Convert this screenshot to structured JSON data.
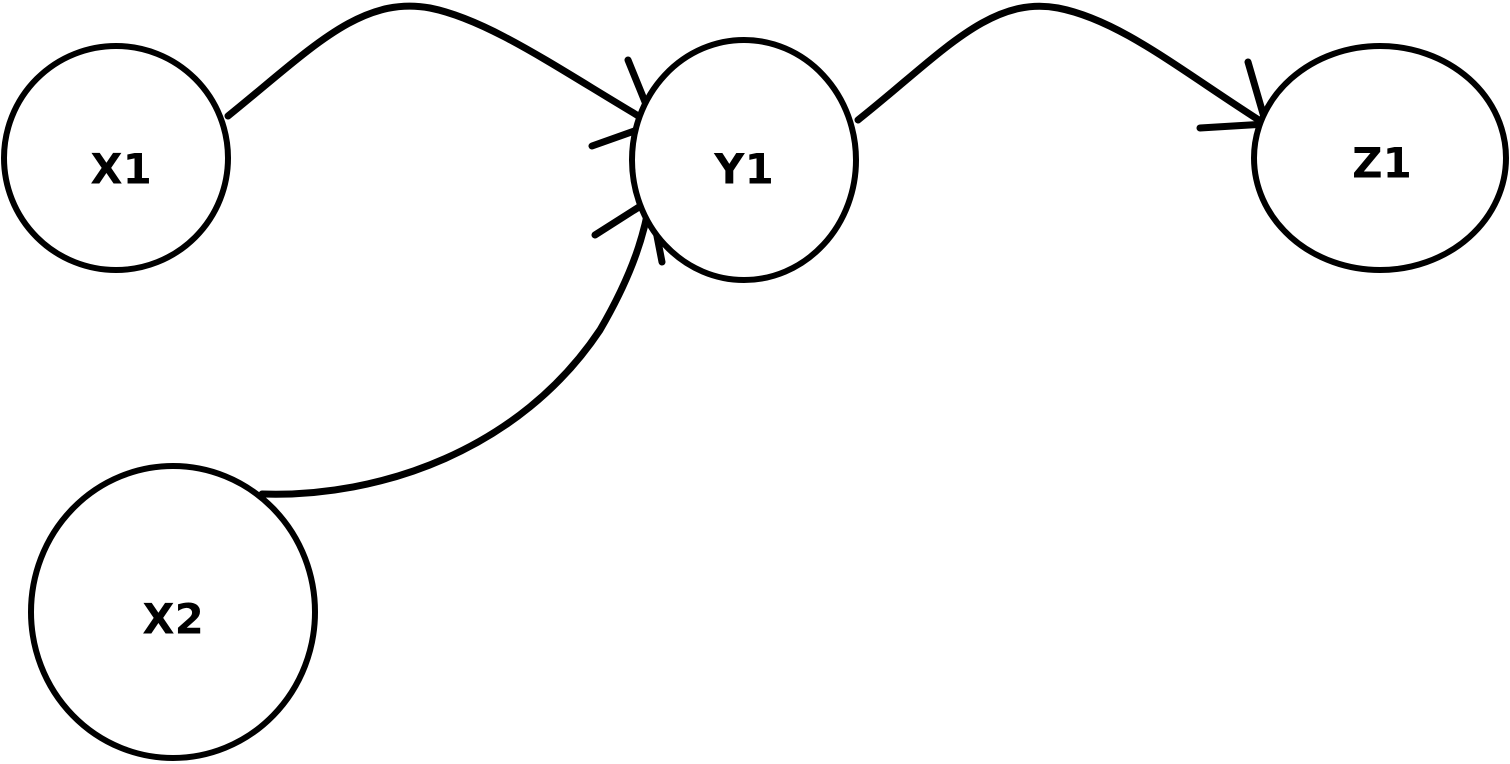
{
  "diagram": {
    "type": "directed-graph",
    "stroke_color": "#000000",
    "background_color": "#ffffff",
    "nodes": [
      {
        "id": "x1",
        "label": "X1"
      },
      {
        "id": "y1",
        "label": "Y1"
      },
      {
        "id": "z1",
        "label": "Z1"
      },
      {
        "id": "x2",
        "label": "X2"
      }
    ],
    "edges": [
      {
        "from": "x1",
        "to": "y1"
      },
      {
        "from": "x2",
        "to": "y1"
      },
      {
        "from": "y1",
        "to": "z1"
      }
    ]
  }
}
